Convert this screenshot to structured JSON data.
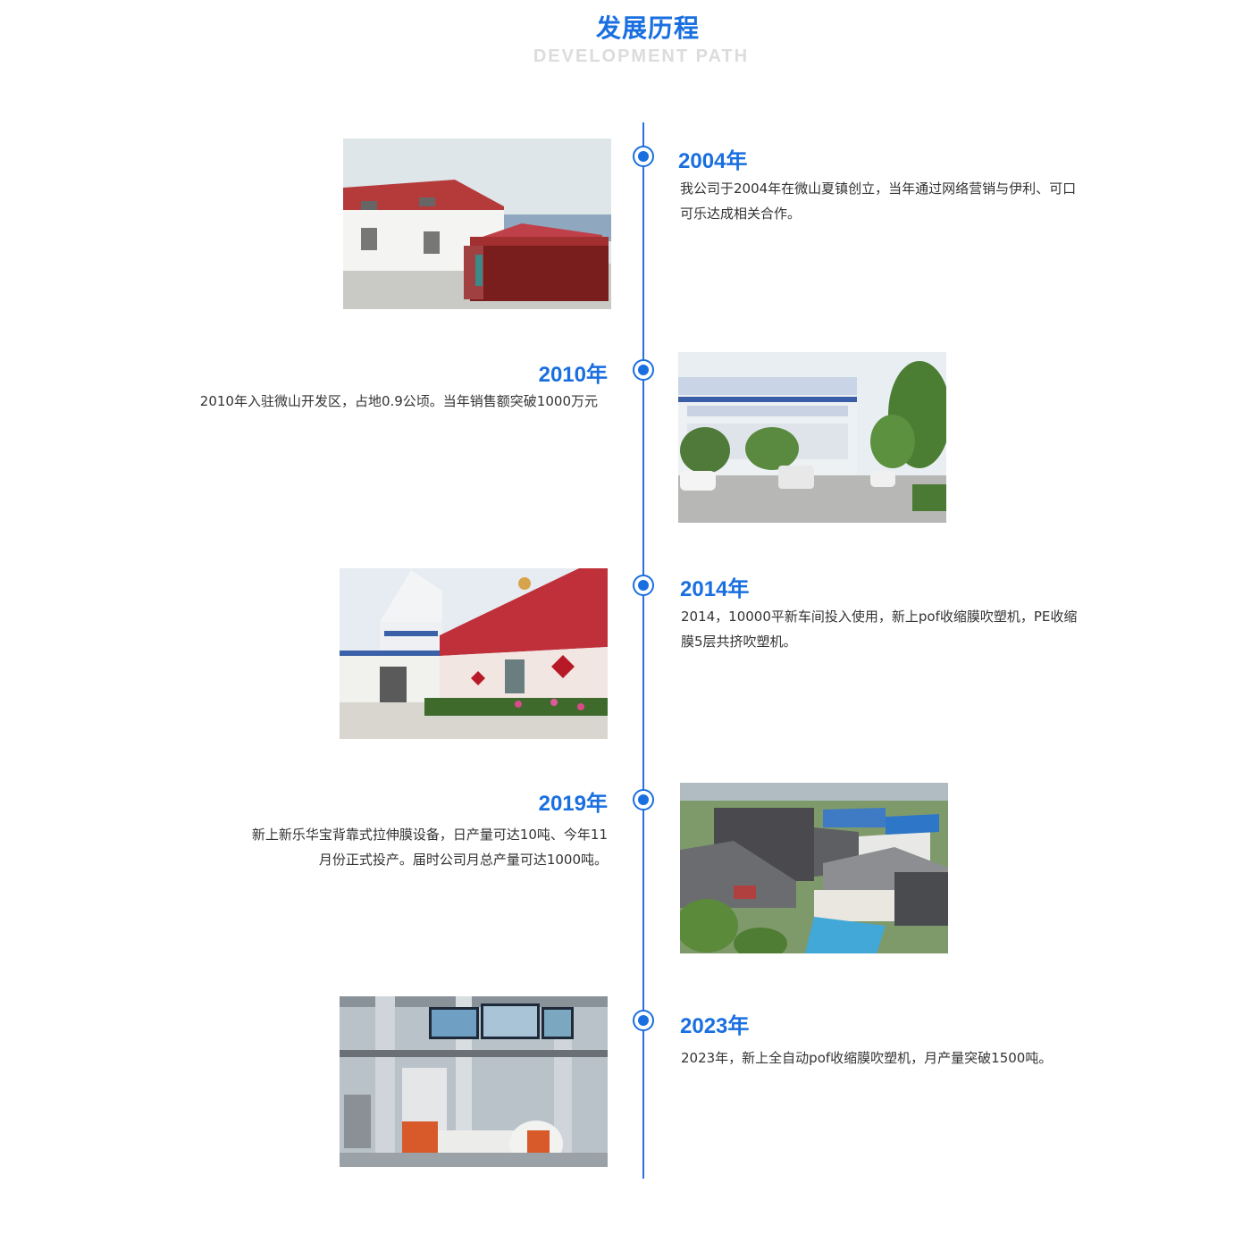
{
  "header": {
    "title": "发展历程",
    "subtitle": "DEVELOPMENT PATH"
  },
  "colors": {
    "accent": "#1a6fe0",
    "text": "#333333",
    "subtitle": "#dcdcdc"
  },
  "milestones": [
    {
      "year": "2004年",
      "text": "我公司于2004年在微山夏镇创立，当年通过网络营销与伊利、可口可乐达成相关合作。",
      "photo": "company-gate-building-photo"
    },
    {
      "year": "2010年",
      "text": "2010年入驻微山开发区，占地0.9公顷。当年销售额突破1000万元",
      "photo": "factory-entrance-photo"
    },
    {
      "year": "2014年",
      "text": "2014，10000平新车间投入使用，新上pof收缩膜吹塑机，PE收缩膜5层共挤吹塑机。",
      "photo": "new-workshop-photo"
    },
    {
      "year": "2019年",
      "text": "新上新乐华宝背靠式拉伸膜设备，日产量可达10吨、今年11月份正式投产。届时公司月总产量可达1000吨。",
      "photo": "aerial-factory-photo"
    },
    {
      "year": "2023年",
      "text": "2023年，新上全自动pof收缩膜吹塑机，月产量突破1500吨。",
      "photo": "production-machine-photo"
    }
  ]
}
